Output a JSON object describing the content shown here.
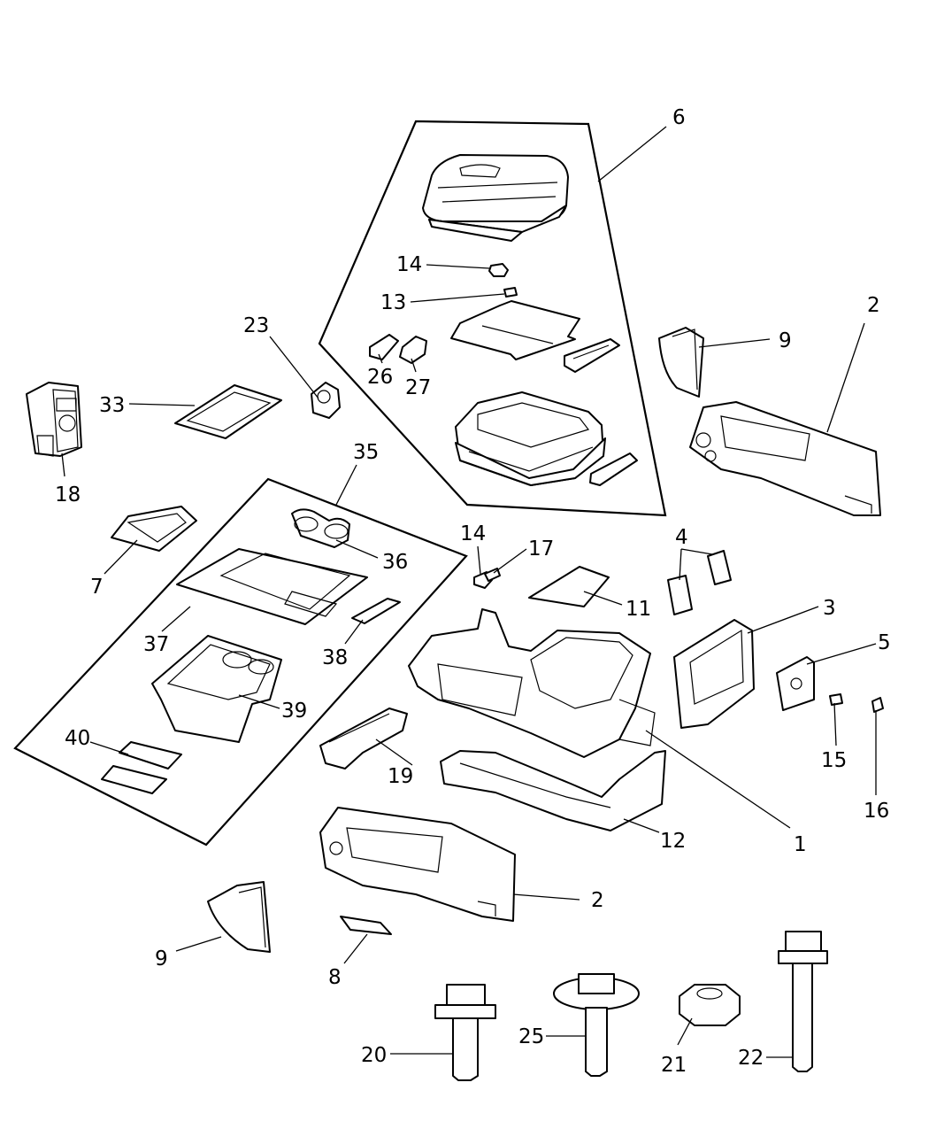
{
  "callouts": {
    "c1": "1",
    "c2a": "2",
    "c2b": "2",
    "c3": "3",
    "c4": "4",
    "c5": "5",
    "c6": "6",
    "c7": "7",
    "c8": "8",
    "c9a": "9",
    "c9b": "9",
    "c11": "11",
    "c12": "12",
    "c13": "13",
    "c14a": "14",
    "c14b": "14",
    "c15": "15",
    "c16": "16",
    "c17": "17",
    "c18": "18",
    "c19": "19",
    "c20": "20",
    "c21": "21",
    "c22": "22",
    "c23": "23",
    "c25": "25",
    "c26": "26",
    "c27": "27",
    "c33": "33",
    "c35": "35",
    "c36": "36",
    "c37": "37",
    "c38": "38",
    "c39": "39",
    "c40": "40"
  }
}
